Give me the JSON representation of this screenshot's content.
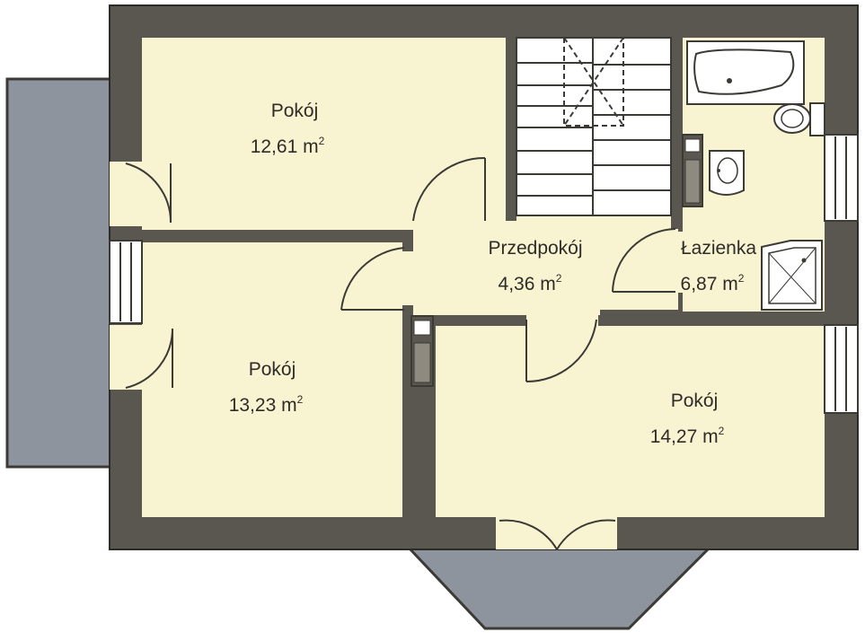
{
  "rooms": [
    {
      "id": "room-nw",
      "name": "Pokój",
      "area": "12,61 m",
      "sup": "2"
    },
    {
      "id": "room-w",
      "name": "Pokój",
      "area": "13,23 m",
      "sup": "2"
    },
    {
      "id": "hall",
      "name": "Przedpokój",
      "area": "4,36 m",
      "sup": "2"
    },
    {
      "id": "bath",
      "name": "Łazienka",
      "area": "6,87 m",
      "sup": "2"
    },
    {
      "id": "room-se",
      "name": "Pokój",
      "area": "14,27 m",
      "sup": "2"
    }
  ],
  "colors": {
    "wall": "#5a5650",
    "floor": "#f8f4d2",
    "terrace": "#8e949d",
    "line": "#3c3a35",
    "white": "#ffffff"
  }
}
